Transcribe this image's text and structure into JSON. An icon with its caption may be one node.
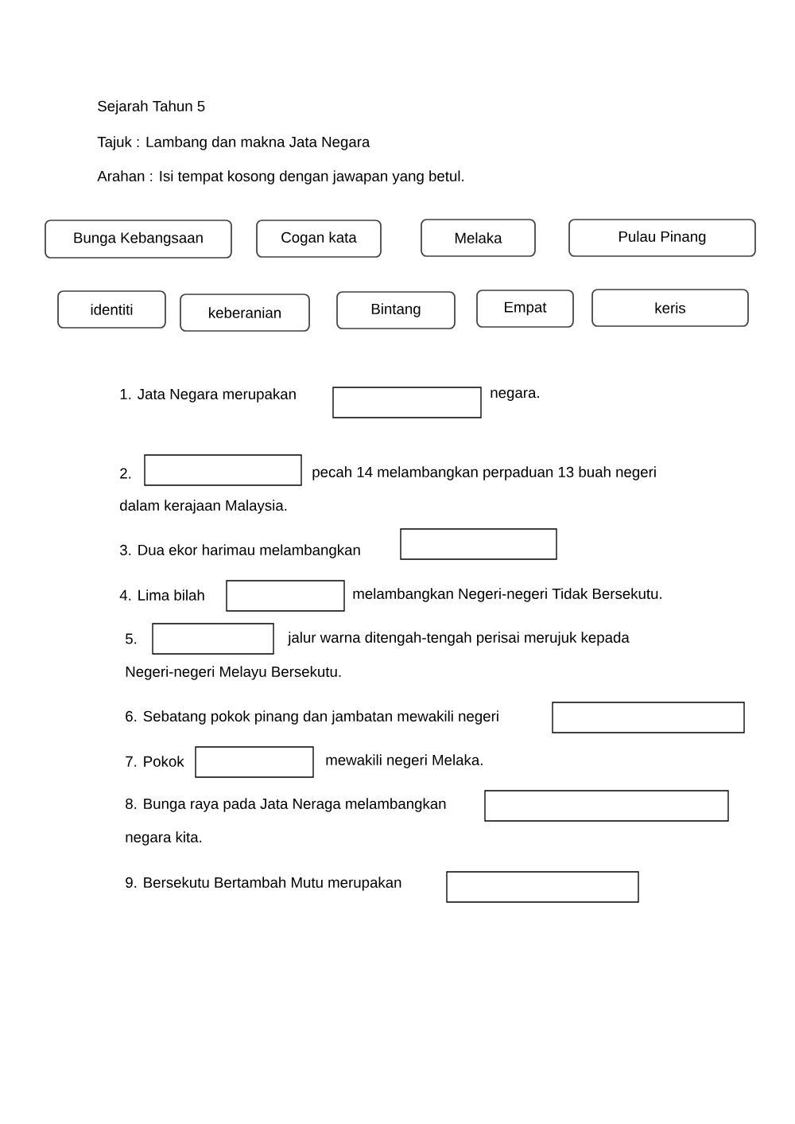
{
  "diagram": {
    "nodes": [
      {
        "text": [
          "Bunga Kebangsaan"
        ]
      },
      {
        "text": [
          "Cogan kata"
        ]
      },
      {
        "text": [
          "Melaka"
        ]
      },
      {
        "text": [
          "Pulau Pinang"
        ]
      },
      {
        "text": [
          "identiti"
        ]
      },
      {
        "text": [
          "keberanian"
        ]
      },
      {
        "text": [
          "Bintang"
        ]
      },
      {
        "text": [
          "Empat"
        ]
      },
      {
        "text": [
          "keris"
        ]
      },
      {
        "text": [],
        "shape": "box"
      },
      {
        "text": [],
        "shape": "box"
      },
      {
        "text": [],
        "shape": "box"
      },
      {
        "text": [],
        "shape": "box"
      },
      {
        "text": [],
        "shape": "box"
      },
      {
        "text": [],
        "shape": "box"
      },
      {
        "text": [],
        "shape": "box"
      },
      {
        "text": [],
        "shape": "box"
      },
      {
        "text": [],
        "shape": "box"
      }
    ],
    "labels": [
      "Sejarah Tahun 5",
      "Tajuk : Lambang dan makna Jata Negara",
      "Arahan : Isi tempat kosong dengan jawapan yang betul.",
      "1.  Jata Negara merupakan",
      "negara.",
      "2.",
      "pecah 14 melambangkan perpaduan 13 buah negeri",
      "dalam kerajaan Malaysia.",
      "3.  Dua ekor harimau melambangkan",
      "4. Lima bilah",
      "melambangkan Negeri-negeri Tidak Bersekutu.",
      "5.",
      "jalur warna ditengah-tengah perisai merujuk kepada",
      "Negeri-negeri Melayu Bersekutu.",
      "6. Sebatang pokok pinang dan jambatan mewakili negeri",
      "7. Pokok",
      "mewakili negeri Melaka.",
      "8. Bunga raya pada Jata Neraga melambangkan",
      "negara kita.",
      "9. Bersekutu Bertambah Mutu merupakan"
    ]
  }
}
